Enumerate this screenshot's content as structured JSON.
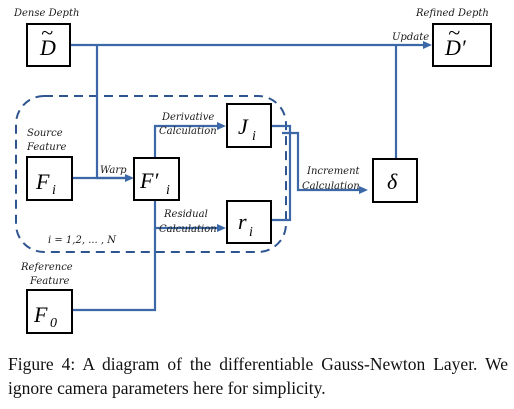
{
  "labels": {
    "dense_depth": "Dense Depth",
    "refined_depth": "Refined Depth",
    "update": "Update",
    "source_feature": [
      "Source",
      "Feature"
    ],
    "reference_feature": [
      "Reference",
      "Feature"
    ],
    "warp": "Warp",
    "derivative": [
      "Derivative",
      "Calculation"
    ],
    "residual": [
      "Residual",
      "Calculation"
    ],
    "increment": [
      "Increment",
      "Calculation"
    ],
    "loop": "i = 1,2, ... , N"
  },
  "nodes": {
    "D": {
      "base": "D",
      "accent": "~",
      "sub": ""
    },
    "Dprime": {
      "base": "D′",
      "accent": "~",
      "sub": ""
    },
    "Fi": {
      "base": "F",
      "sub": "i"
    },
    "Fprime": {
      "base": "F′",
      "sub": "i"
    },
    "J": {
      "base": "J",
      "sub": "i"
    },
    "r": {
      "base": "r",
      "sub": "i"
    },
    "delta": {
      "base": "δ",
      "sub": ""
    },
    "F0": {
      "base": "F",
      "sub": "0"
    }
  },
  "caption": "Figure 4: A diagram of the differentiable Gauss-Newton Layer. We ignore camera parameters here for simplicity.",
  "colors": {
    "flow": "#3c68a8",
    "dashed_loop": "#2f5591"
  }
}
